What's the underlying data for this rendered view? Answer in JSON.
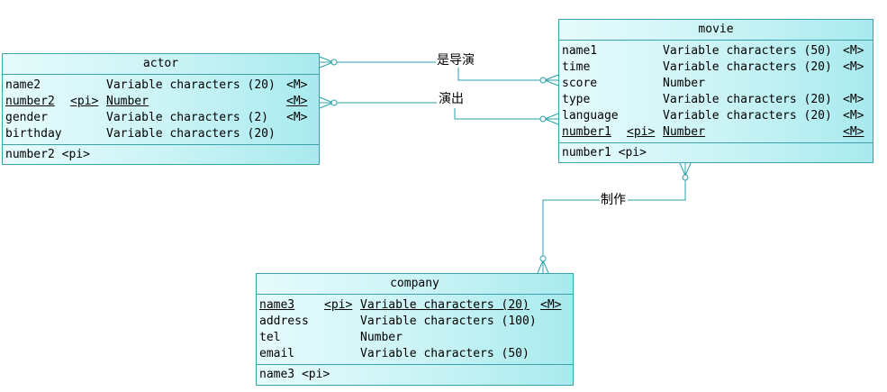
{
  "entities": {
    "actor": {
      "name": "actor",
      "attributes": [
        {
          "name": "name2",
          "pi": "",
          "type": "Variable characters (20)",
          "m": "<M>",
          "underline": false
        },
        {
          "name": "number2",
          "pi": "<pi>",
          "type": "Number",
          "m": "<M>",
          "underline": true
        },
        {
          "name": "gender",
          "pi": "",
          "type": "Variable characters (2)",
          "m": "<M>",
          "underline": false
        },
        {
          "name": "birthday",
          "pi": "",
          "type": "Variable characters (20)",
          "m": "",
          "underline": false
        }
      ],
      "identifier": "number2 <pi>"
    },
    "movie": {
      "name": "movie",
      "attributes": [
        {
          "name": "name1",
          "pi": "",
          "type": "Variable characters (50)",
          "m": "<M>",
          "underline": false
        },
        {
          "name": "time",
          "pi": "",
          "type": "Variable characters (20)",
          "m": "<M>",
          "underline": false
        },
        {
          "name": "score",
          "pi": "",
          "type": "Number",
          "m": "",
          "underline": false
        },
        {
          "name": "type",
          "pi": "",
          "type": "Variable characters (20)",
          "m": "<M>",
          "underline": false
        },
        {
          "name": "language",
          "pi": "",
          "type": "Variable characters (20)",
          "m": "<M>",
          "underline": false
        },
        {
          "name": "number1",
          "pi": "<pi>",
          "type": "Number",
          "m": "<M>",
          "underline": true
        }
      ],
      "identifier": "number1 <pi>"
    },
    "company": {
      "name": "company",
      "attributes": [
        {
          "name": "name3",
          "pi": "<pi>",
          "type": "Variable characters (20)",
          "m": "<M>",
          "underline": true
        },
        {
          "name": "address",
          "pi": "",
          "type": "Variable characters (100)",
          "m": "",
          "underline": false
        },
        {
          "name": "tel",
          "pi": "",
          "type": "Number",
          "m": "",
          "underline": false
        },
        {
          "name": "email",
          "pi": "",
          "type": "Variable characters (50)",
          "m": "",
          "underline": false
        }
      ],
      "identifier": "name3 <pi>"
    }
  },
  "relationships": {
    "directs": "是导演",
    "acts_in": "演出",
    "produces": "制作"
  },
  "colors": {
    "border": "#3ba3a8",
    "line": "#2aa0a8",
    "fill_light": "#e6fbfc",
    "fill_dark": "#a8eaee"
  }
}
